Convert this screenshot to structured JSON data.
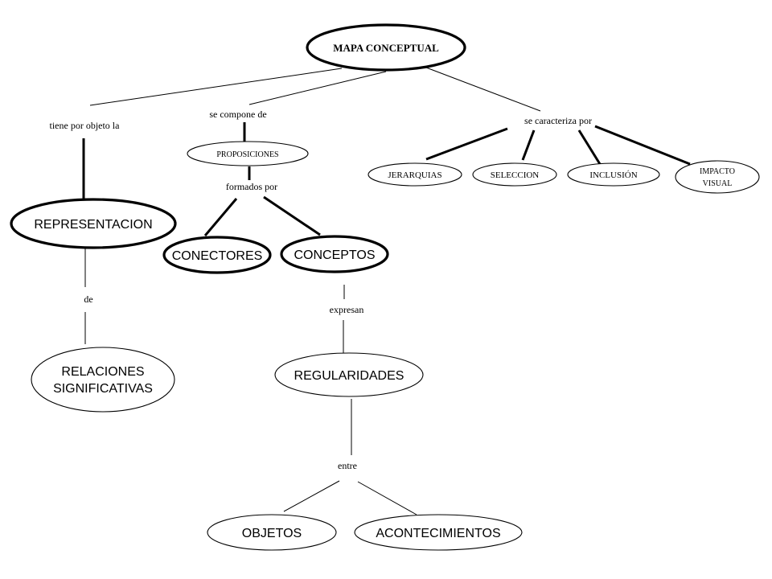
{
  "title": "MAPA CONCEPTUAL",
  "links": {
    "objeto": "tiene por objeto la",
    "compone": "se compone de",
    "caracteriza": "se caracteriza por",
    "formados": "formados por",
    "de": "de",
    "expresan": "expresan",
    "entre": "entre"
  },
  "nodes": {
    "proposiciones": "PROPOSICIONES",
    "jerarquias": "JERARQUIAS",
    "seleccion": "SELECCION",
    "inclusion": "INCLUSIÓN",
    "impacto_line1": "IMPACTO",
    "impacto_line2": "VISUAL",
    "representacion": "REPRESENTACION",
    "conectores": "CONECTORES",
    "conceptos": "CONCEPTOS",
    "relaciones_line1": "RELACIONES",
    "relaciones_line2": "SIGNIFICATIVAS",
    "regularidades": "REGULARIDADES",
    "objetos": "OBJETOS",
    "acontecimientos": "ACONTECIMIENTOS"
  }
}
